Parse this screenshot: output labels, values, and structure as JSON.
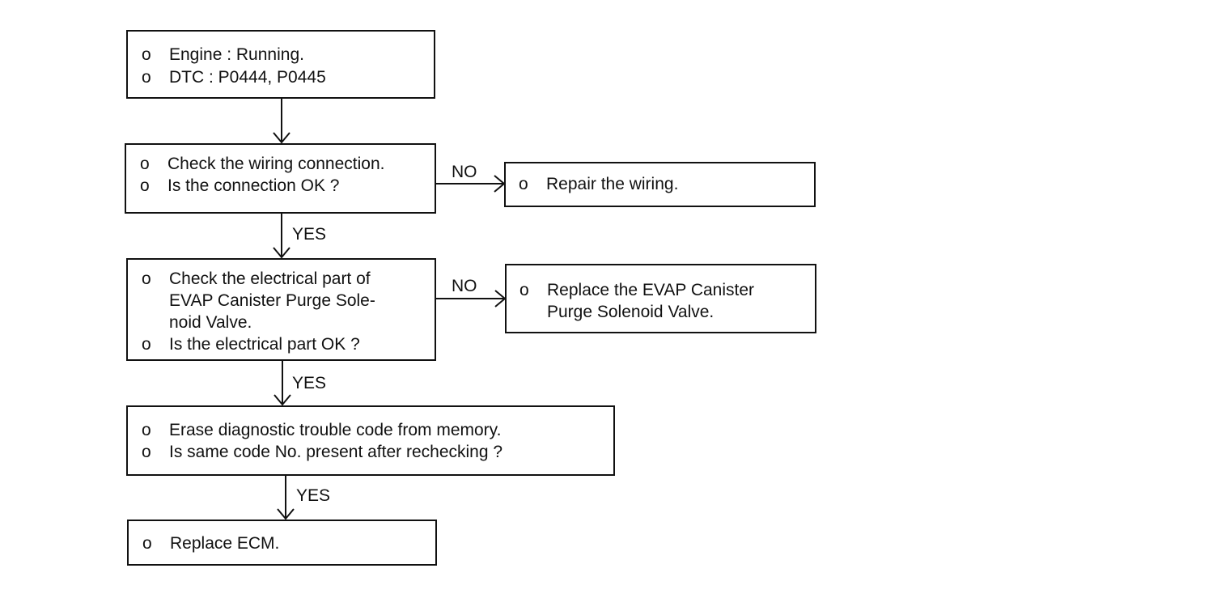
{
  "bullet": "o",
  "boxes": {
    "start": {
      "lines": [
        "Engine : Running.",
        "DTC : P0444, P0445"
      ]
    },
    "check_wiring": {
      "lines": [
        "Check the wiring connection.",
        "Is the connection OK ?"
      ]
    },
    "repair_wiring": {
      "lines": [
        "Repair the wiring."
      ]
    },
    "check_electrical": {
      "lines": [
        "Check the electrical part of",
        "EVAP Canister Purge Sole-",
        "noid Valve.",
        "Is the electrical part OK ?"
      ]
    },
    "replace_valve": {
      "lines": [
        "Replace the EVAP Canister",
        "Purge Solenoid Valve."
      ]
    },
    "erase_code": {
      "lines": [
        "Erase diagnostic trouble code from memory.",
        "Is same code No. present after rechecking ?"
      ]
    },
    "replace_ecm": {
      "lines": [
        "Replace ECM."
      ]
    }
  },
  "labels": {
    "no_wiring": "NO",
    "yes_wiring": "YES",
    "no_electrical": "NO",
    "yes_electrical": "YES",
    "yes_erase": "YES"
  }
}
